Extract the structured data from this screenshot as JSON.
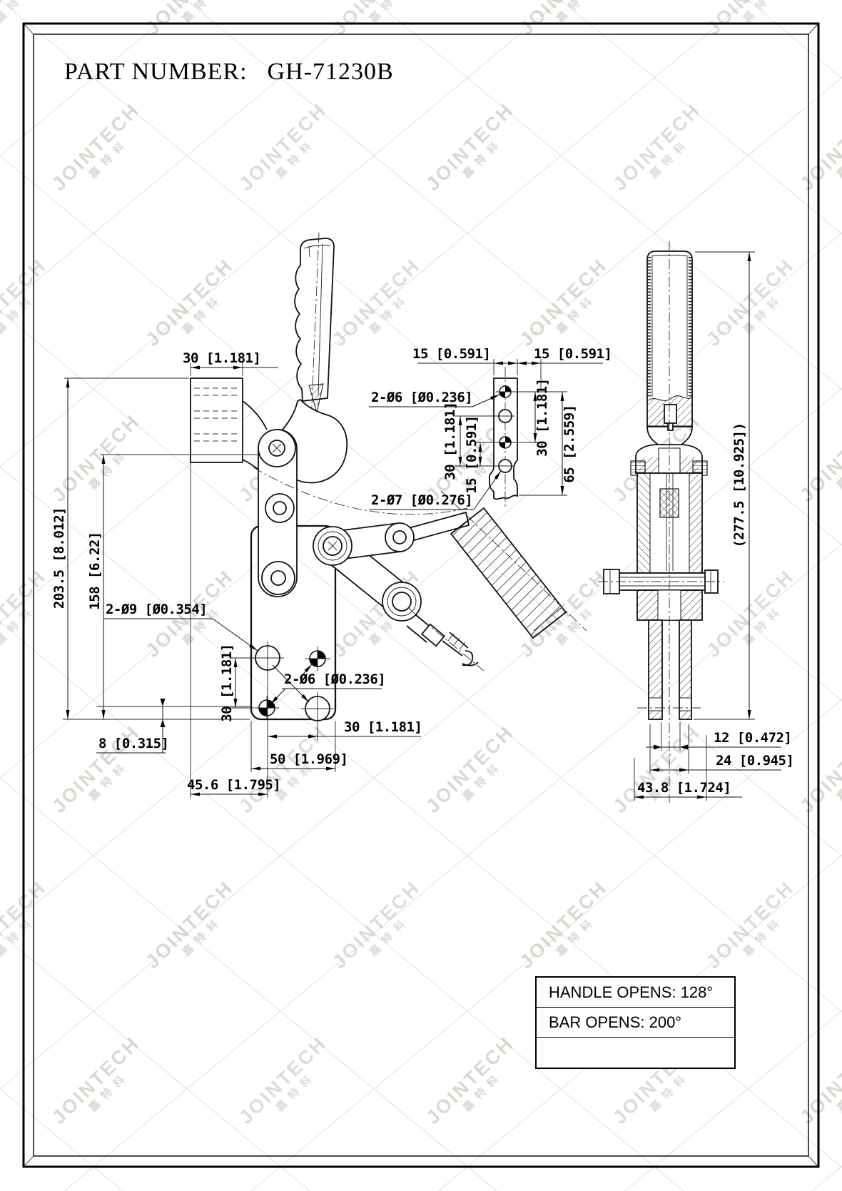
{
  "sheet": {
    "title_label": "PART NUMBER:",
    "part_number": "GH-71230B"
  },
  "watermark": {
    "brand": "JOINTECH",
    "brand_cn": "嘉特科"
  },
  "colors": {
    "line": "#000000",
    "paper": "#ffffff",
    "watermark_gray": "#c6c6c6",
    "watermark_green": "#b9c6b4"
  },
  "views": {
    "front": {
      "dims": {
        "bar_width": "30 [1.181]",
        "overall_height": "203.5 [8.012]",
        "pivot_height": "158 [6.22]",
        "mount_holes_large": "2-Ø9 [Ø0.354]",
        "hole_spacing_v": "30 [1.181]",
        "mount_holes_small": "2-Ø6 [Ø0.236]",
        "hole_spacing_h": "30 [1.181]",
        "base_width": "50 [1.969]",
        "bar_reach": "45.6 [1.795]",
        "base_offset": "8 [0.315]"
      }
    },
    "bar_detail": {
      "dims": {
        "bar_width": "15 [0.591]",
        "end_offset": "15 [0.591]",
        "holes_small": "2-Ø6 [Ø0.236]",
        "spacing_30_left": "30 [1.181]",
        "spacing_15_left": "15 [0.591]",
        "spacing_30_right": "30 [1.181]",
        "span_65": "65 [2.559]",
        "holes_large": "2-Ø7 [Ø0.276]"
      }
    },
    "side": {
      "dims": {
        "overall_height": "(277.5 [10.925])",
        "prong_gap": "12 [0.472]",
        "prong_span": "24 [0.945]",
        "base_depth": "43.8 [1.724]"
      }
    }
  },
  "spec_table": {
    "rows": [
      "HANDLE OPENS: 128°",
      "BAR OPENS: 200°",
      ""
    ]
  }
}
